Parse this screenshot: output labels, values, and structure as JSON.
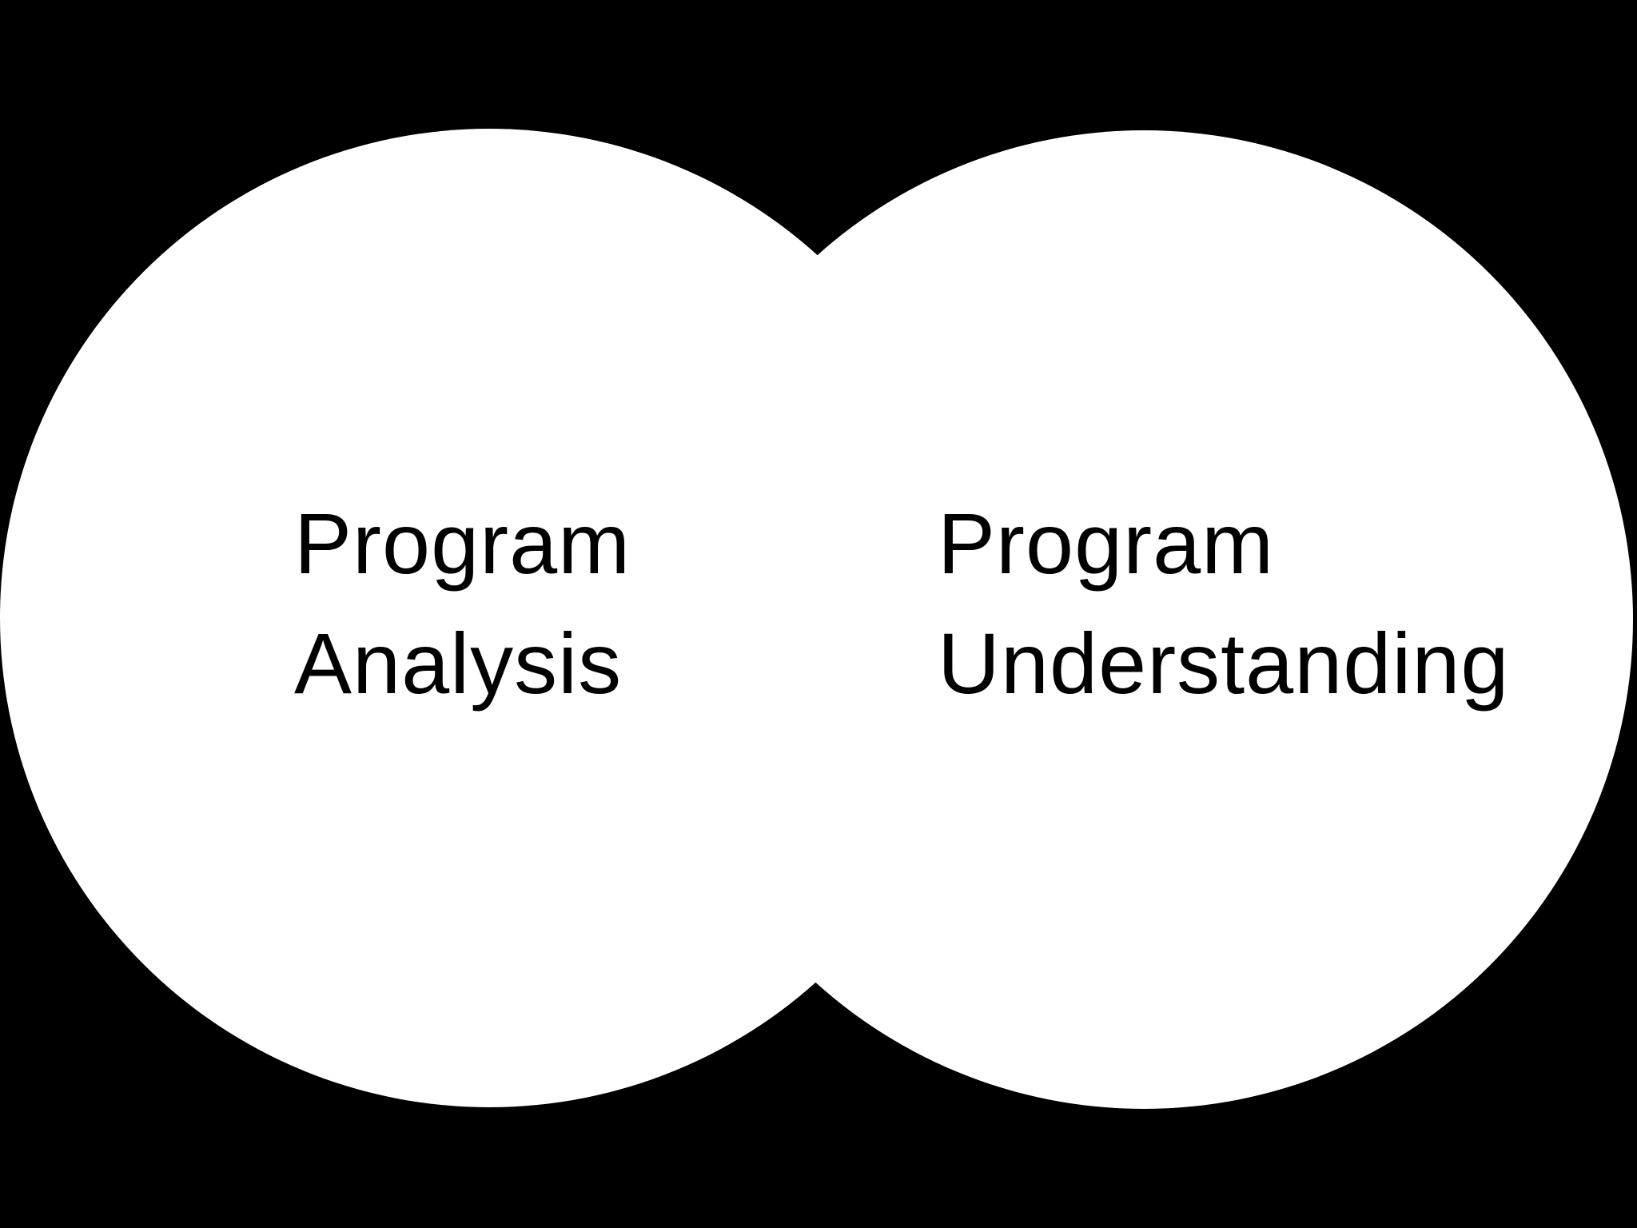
{
  "colors": {
    "background": "#000000",
    "circle_fill": "#ffffff",
    "text": "#000000"
  },
  "circles": [
    {
      "line1": "Program",
      "line2": "Analysis"
    },
    {
      "line1": "Program",
      "line2": "Understanding"
    }
  ]
}
